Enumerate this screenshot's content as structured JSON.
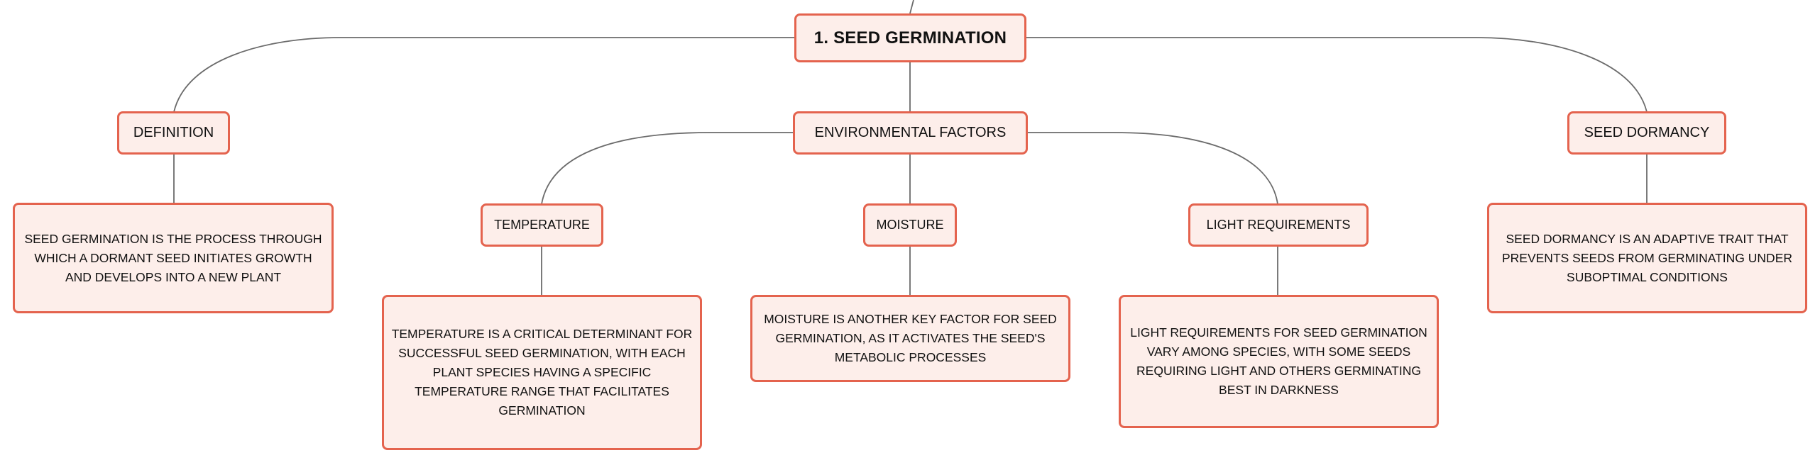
{
  "colors": {
    "node_fill": "#fdeeea",
    "node_border": "#e4634e",
    "connector": "#6b6b6b",
    "text": "#111111"
  },
  "root": {
    "label": "1. SEED GERMINATION"
  },
  "branches": [
    {
      "label": "DEFINITION",
      "description": "SEED GERMINATION IS THE PROCESS THROUGH WHICH A DORMANT SEED INITIATES GROWTH AND DEVELOPS INTO A NEW PLANT"
    },
    {
      "label": "ENVIRONMENTAL FACTORS",
      "children": [
        {
          "label": "TEMPERATURE",
          "description": "TEMPERATURE IS A CRITICAL DETERMINANT FOR SUCCESSFUL SEED GERMINATION, WITH EACH PLANT SPECIES HAVING A SPECIFIC TEMPERATURE RANGE THAT FACILITATES GERMINATION"
        },
        {
          "label": "MOISTURE",
          "description": "MOISTURE IS ANOTHER KEY FACTOR FOR SEED GERMINATION, AS IT ACTIVATES THE SEED'S METABOLIC PROCESSES"
        },
        {
          "label": "LIGHT REQUIREMENTS",
          "description": "LIGHT REQUIREMENTS FOR SEED GERMINATION VARY AMONG SPECIES, WITH SOME SEEDS REQUIRING LIGHT AND OTHERS GERMINATING BEST IN DARKNESS"
        }
      ]
    },
    {
      "label": "SEED DORMANCY",
      "description": "SEED DORMANCY IS AN ADAPTIVE TRAIT THAT PREVENTS SEEDS FROM GERMINATING UNDER SUBOPTIMAL CONDITIONS"
    }
  ]
}
